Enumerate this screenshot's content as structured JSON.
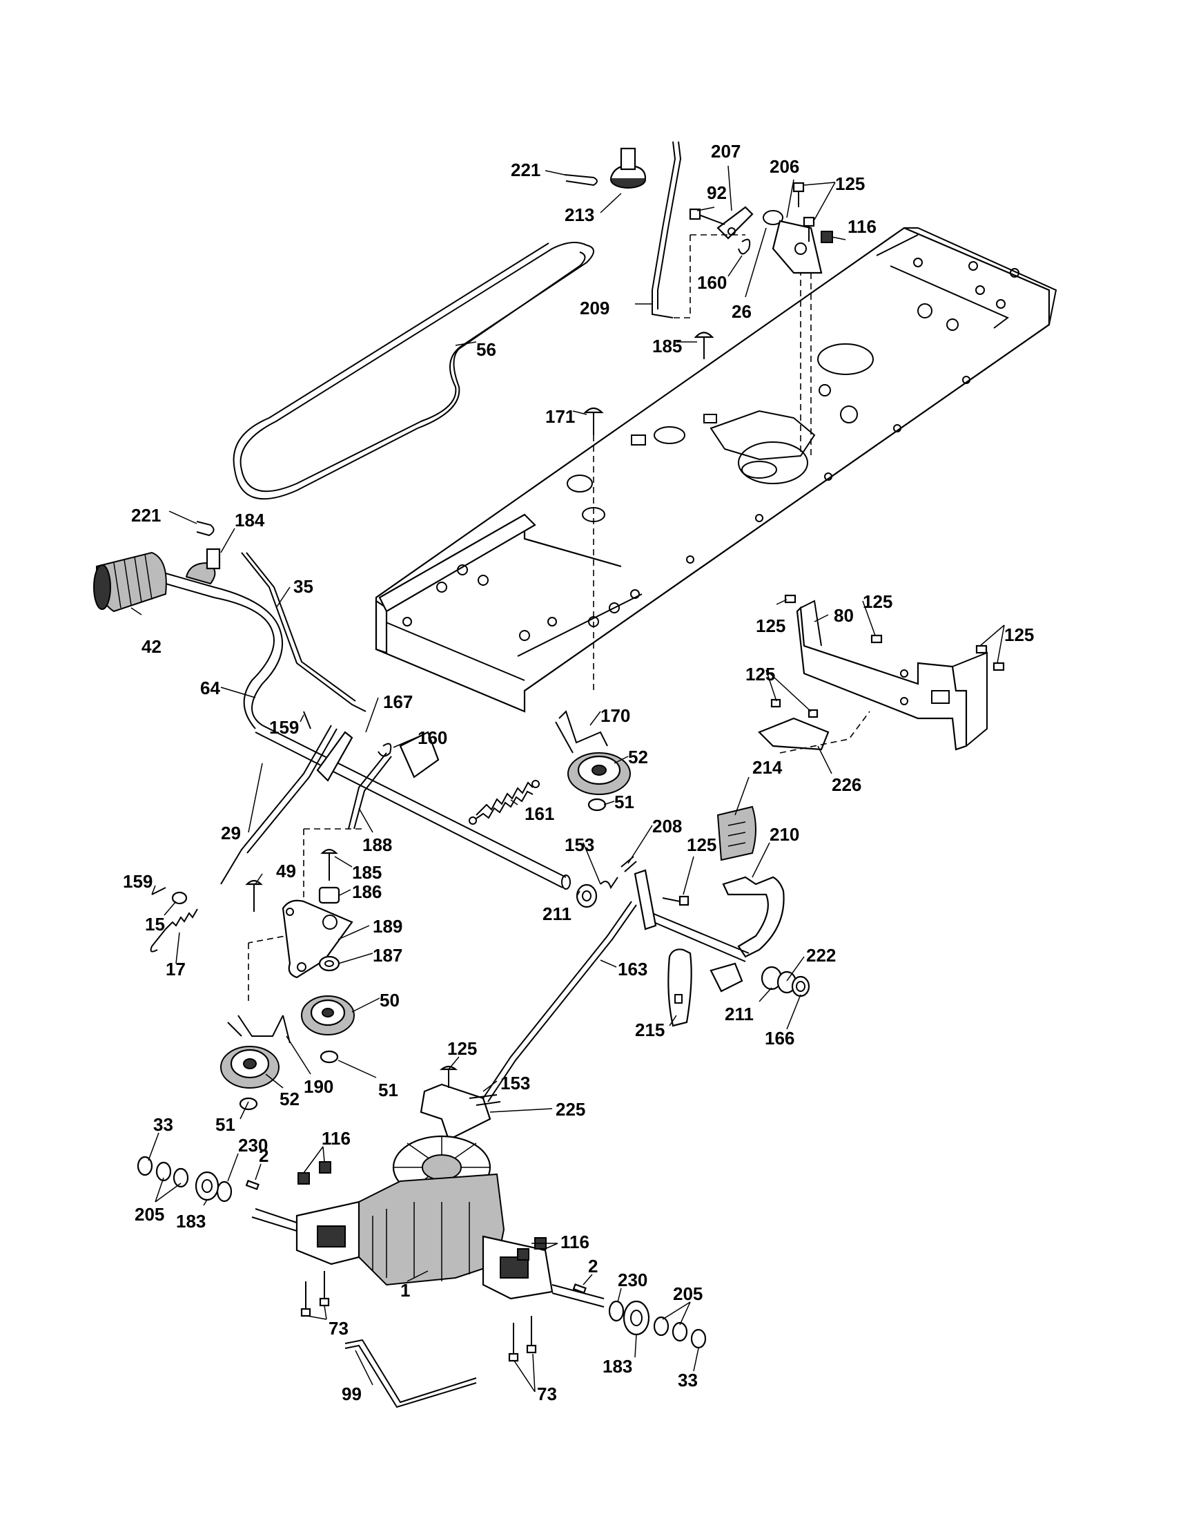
{
  "diagram": {
    "labels": [
      {
        "id": "221a",
        "text": "221"
      },
      {
        "id": "213",
        "text": "213"
      },
      {
        "id": "207",
        "text": "207"
      },
      {
        "id": "206",
        "text": "206"
      },
      {
        "id": "125a",
        "text": "125"
      },
      {
        "id": "92",
        "text": "92"
      },
      {
        "id": "116a",
        "text": "116"
      },
      {
        "id": "160a",
        "text": "160"
      },
      {
        "id": "26",
        "text": "26"
      },
      {
        "id": "209",
        "text": "209"
      },
      {
        "id": "185a",
        "text": "185"
      },
      {
        "id": "56",
        "text": "56"
      },
      {
        "id": "171",
        "text": "171"
      },
      {
        "id": "221b",
        "text": "221"
      },
      {
        "id": "184",
        "text": "184"
      },
      {
        "id": "35",
        "text": "35"
      },
      {
        "id": "42",
        "text": "42"
      },
      {
        "id": "64",
        "text": "64"
      },
      {
        "id": "167",
        "text": "167"
      },
      {
        "id": "159a",
        "text": "159"
      },
      {
        "id": "160b",
        "text": "160"
      },
      {
        "id": "125b",
        "text": "125"
      },
      {
        "id": "80",
        "text": "80"
      },
      {
        "id": "125c",
        "text": "125"
      },
      {
        "id": "125d",
        "text": "125"
      },
      {
        "id": "125e",
        "text": "125"
      },
      {
        "id": "170",
        "text": "170"
      },
      {
        "id": "52a",
        "text": "52"
      },
      {
        "id": "51a",
        "text": "51"
      },
      {
        "id": "226",
        "text": "226"
      },
      {
        "id": "29",
        "text": "29"
      },
      {
        "id": "161",
        "text": "161"
      },
      {
        "id": "188",
        "text": "188"
      },
      {
        "id": "214",
        "text": "214"
      },
      {
        "id": "208",
        "text": "208"
      },
      {
        "id": "153a",
        "text": "153"
      },
      {
        "id": "125f",
        "text": "125"
      },
      {
        "id": "210",
        "text": "210"
      },
      {
        "id": "49",
        "text": "49"
      },
      {
        "id": "185b",
        "text": "185"
      },
      {
        "id": "159b",
        "text": "159"
      },
      {
        "id": "186",
        "text": "186"
      },
      {
        "id": "211a",
        "text": "211"
      },
      {
        "id": "15",
        "text": "15"
      },
      {
        "id": "189",
        "text": "189"
      },
      {
        "id": "17",
        "text": "17"
      },
      {
        "id": "187",
        "text": "187"
      },
      {
        "id": "163",
        "text": "163"
      },
      {
        "id": "222",
        "text": "222"
      },
      {
        "id": "50",
        "text": "50"
      },
      {
        "id": "215",
        "text": "215"
      },
      {
        "id": "211b",
        "text": "211"
      },
      {
        "id": "166",
        "text": "166"
      },
      {
        "id": "190",
        "text": "190"
      },
      {
        "id": "51b",
        "text": "51"
      },
      {
        "id": "125g",
        "text": "125"
      },
      {
        "id": "153b",
        "text": "153"
      },
      {
        "id": "52b",
        "text": "52"
      },
      {
        "id": "225",
        "text": "225"
      },
      {
        "id": "33a",
        "text": "33"
      },
      {
        "id": "51c",
        "text": "51"
      },
      {
        "id": "230a",
        "text": "230"
      },
      {
        "id": "116b",
        "text": "116"
      },
      {
        "id": "2a",
        "text": "2"
      },
      {
        "id": "205a",
        "text": "205"
      },
      {
        "id": "183a",
        "text": "183"
      },
      {
        "id": "116c",
        "text": "116"
      },
      {
        "id": "1",
        "text": "1"
      },
      {
        "id": "2b",
        "text": "2"
      },
      {
        "id": "73a",
        "text": "73"
      },
      {
        "id": "230b",
        "text": "230"
      },
      {
        "id": "205b",
        "text": "205"
      },
      {
        "id": "99",
        "text": "99"
      },
      {
        "id": "183b",
        "text": "183"
      },
      {
        "id": "73b",
        "text": "73"
      },
      {
        "id": "33b",
        "text": "33"
      }
    ]
  }
}
